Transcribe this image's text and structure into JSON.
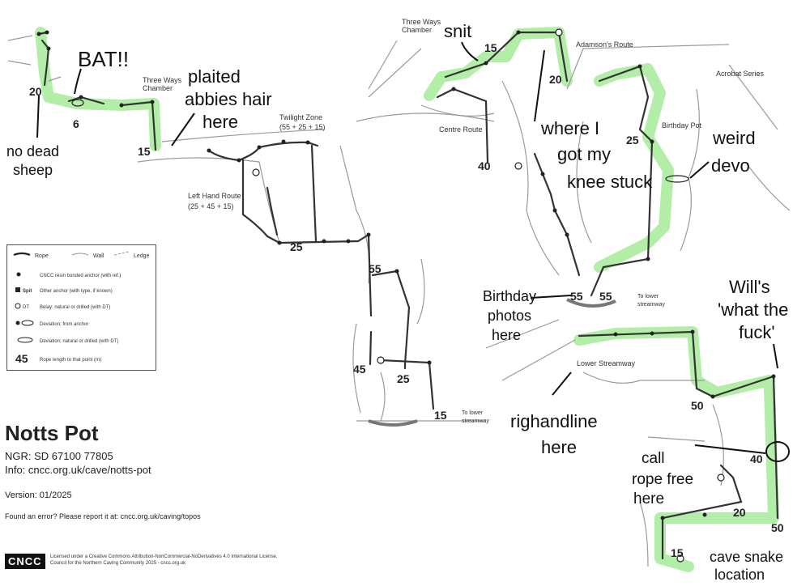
{
  "title": "Notts Pot",
  "ngr": "NGR: SD 67100 77805",
  "info": "Info: cncc.org.uk/cave/notts-pot",
  "version": "Version: 01/2025",
  "error_note": "Found an error? Please report it at: cncc.org.uk/caving/topos",
  "logo": "CNCC",
  "license_1": "Licensed under a Creative Commons Attribution-NonCommercial-NoDerivatives 4.0 International License.",
  "license_2": "Council for the Northern Caving Community 2025 - cncc.org.uk",
  "legend": {
    "rope": "Rope",
    "wall": "Wall",
    "ledge": "Ledge",
    "anchor_ref": "CNCC resin bonded anchor (with ref.)",
    "spit_symbol": "Spit",
    "spit": "Other anchor (with type, if known)",
    "belay_symbol": "DT",
    "belay": "Belay: natural or drilled (with DT)",
    "deviation_anchor": "Deviation; from anchor",
    "deviation_natural": "Deviation; natural or drilled (with DT)",
    "rope_length_symbol": "45",
    "rope_length": "Rope length to that point (m)"
  },
  "map_labels": {
    "three_ways_left": "Three Ways\nChamber",
    "three_ways_top": "Three Ways\nChamber",
    "twilight": "Twilight Zone",
    "twilight_lengths": "(55 + 25 + 15)",
    "left_hand": "Left Hand Route",
    "left_hand_lengths": "(25 + 45 + 15)",
    "centre": "Centre Route",
    "adamsons": "Adamson's Route",
    "acrobat": "Acrobat Series",
    "birthday": "Birthday Pot",
    "lower_streamway": "Lower Streamway",
    "to_lower_1": "To lower",
    "to_lower_2": "streamway"
  },
  "rope_lengths": {
    "r20a": "20",
    "r6": "6",
    "r15a": "15",
    "r25a": "25",
    "r55a": "55",
    "r45": "45",
    "r25b": "25",
    "r15b": "15",
    "r15c": "15",
    "r20b": "20",
    "r40": "40",
    "r25c": "25",
    "r55b": "55",
    "r55c": "55",
    "r50a": "50",
    "r40b": "40",
    "r20c": "20",
    "r50b": "50",
    "r15d": "15"
  },
  "handwritten": {
    "bat": "BAT!!",
    "plaited": "plaited",
    "abbies_hair": "abbies hair",
    "here1": "here",
    "no_dead": "no dead",
    "sheep": "sheep",
    "snit": "snit",
    "where_i": "where I",
    "got_my": "got my",
    "knee_stuck": "knee stuck",
    "weird": "weird",
    "devo": "devo",
    "birthday_1": "Birthday",
    "birthday_2": "photos",
    "birthday_3": "here",
    "rig_1": "righandline",
    "rig_2": "here",
    "wills_1": "Will's",
    "wills_2": "'what the",
    "wills_3": "fuck'",
    "call_1": "call",
    "call_2": "rope free",
    "call_3": "here",
    "cave_snake_1": "cave snake",
    "cave_snake_2": "location"
  },
  "colors": {
    "highlight": "#a6eb9a",
    "rope": "#333333",
    "wall": "#9a9a9a"
  }
}
